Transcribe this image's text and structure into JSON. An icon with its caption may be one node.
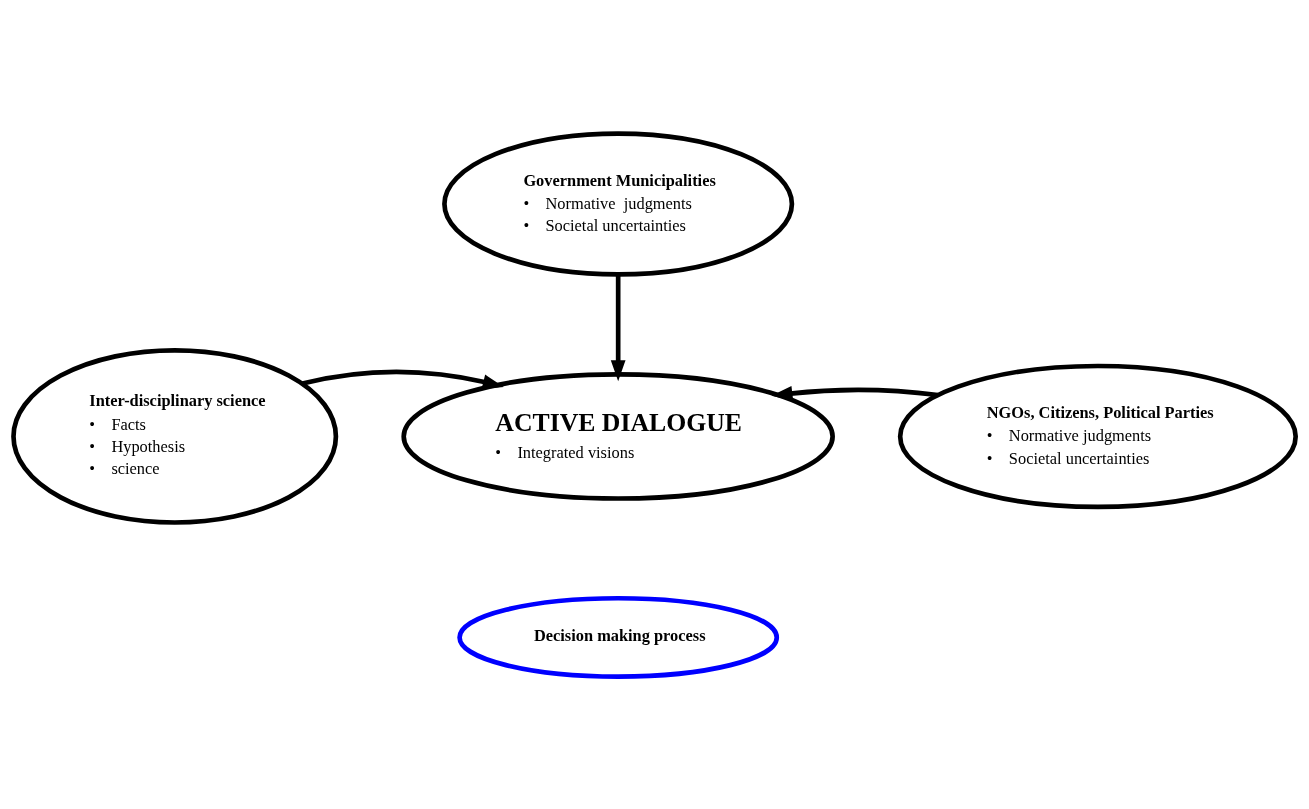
{
  "diagram": {
    "nodes": [
      {
        "text": [
          "Government Municipalities",
          "•    Normative  judgments",
          "•    Societal uncertainties"
        ]
      },
      {
        "text": [
          "Inter-disciplinary science",
          "•    Facts",
          "•    Hypothesis",
          "•    science"
        ]
      },
      {
        "text": [
          "ACTIVE DIALOGUE",
          "•    Integrated visions"
        ]
      },
      {
        "text": [
          "NGOs, Citizens, Political Parties",
          "•    Normative judgments",
          "•    Societal uncertainties"
        ]
      },
      {
        "text": [
          "Decision making process"
        ]
      }
    ],
    "edges": [
      {
        "from": 0,
        "to": 2,
        "arrow": "to"
      },
      {
        "from": 1,
        "to": 2,
        "arrow": "to"
      },
      {
        "from": 3,
        "to": 2,
        "arrow": "to"
      }
    ]
  }
}
